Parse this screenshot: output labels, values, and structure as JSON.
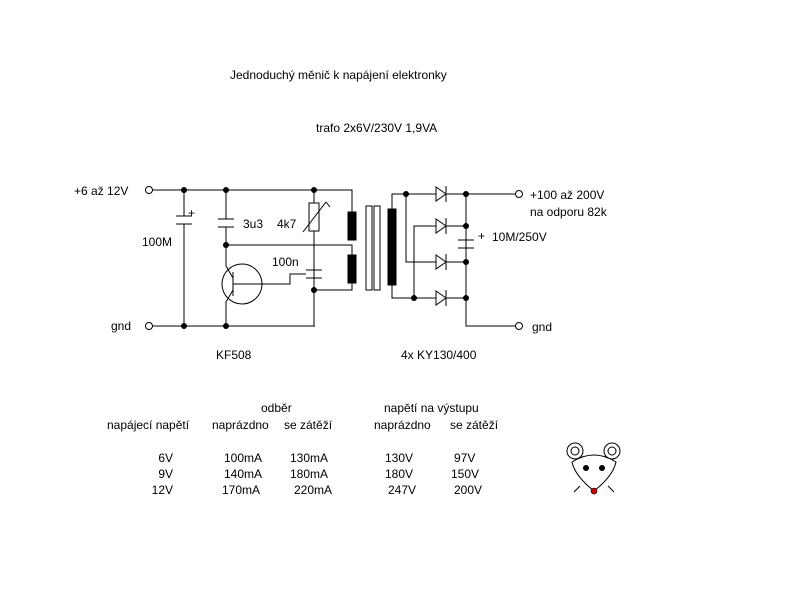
{
  "title": "Jednoduchý měnič k napájení elektronky",
  "subtitle": "trafo 2x6V/230V 1,9VA",
  "labels": {
    "vin": "+6 až 12V",
    "gnd_left": "gnd",
    "c_100M": "100M",
    "plus_left": "+",
    "c_3u3": "3u3",
    "r_4k7": "4k7",
    "c_100n": "100n",
    "transistor": "KF508",
    "vout": "+100 až 200V",
    "load": "na odporu 82k",
    "c_out": "10M/250V",
    "plus_right": "+",
    "gnd_right": "gnd",
    "diodes": "4x KY130/400"
  },
  "table": {
    "group_odber": "odběr",
    "group_vystup": "napětí na výstupu",
    "col_supply": "napájecí napětí",
    "col_odber_idle": "naprázdno",
    "col_odber_load": "se zátěží",
    "col_out_idle": "naprázdno",
    "col_out_load": "se zátěží",
    "rows": [
      {
        "supply": "6V",
        "odber_idle": "100mA",
        "odber_load": "130mA",
        "out_idle": "130V",
        "out_load": "97V"
      },
      {
        "supply": "9V",
        "odber_idle": "140mA",
        "odber_load": "180mA",
        "out_idle": "180V",
        "out_load": "150V"
      },
      {
        "supply": "12V",
        "odber_idle": "170mA",
        "odber_load": "220mA",
        "out_idle": "247V",
        "out_load": "200V"
      }
    ]
  },
  "colors": {
    "line": "#000000",
    "mouse_nose": "#cc0000",
    "background": "#ffffff"
  },
  "icons": {
    "mascot": "mouse-face-icon"
  }
}
